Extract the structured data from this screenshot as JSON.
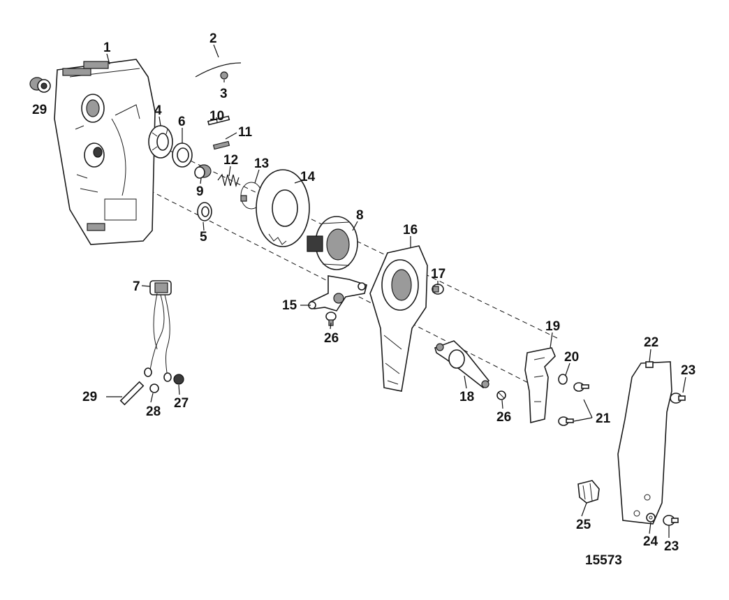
{
  "figure_id": "15573",
  "callouts": [
    "1",
    "2",
    "3",
    "4",
    "5",
    "6",
    "7",
    "8",
    "9",
    "10",
    "11",
    "12",
    "13",
    "14",
    "15",
    "16",
    "17",
    "18",
    "19",
    "20",
    "21",
    "22",
    "23",
    "24",
    "25",
    "26",
    "27",
    "28",
    "29"
  ]
}
